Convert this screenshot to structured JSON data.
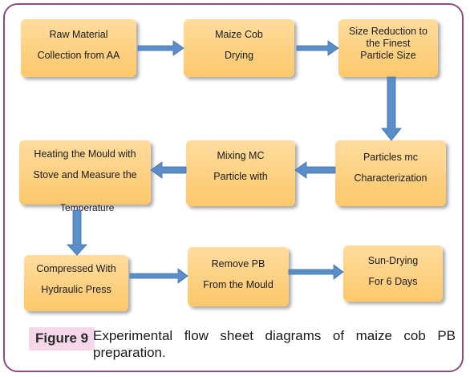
{
  "figure": {
    "label": "Figure 9",
    "caption": "Experimental flow sheet diagrams of maize cob PB preparation."
  },
  "steps": [
    {
      "lines": [
        "Raw Material",
        "Collection from AA"
      ]
    },
    {
      "lines": [
        "Maize Cob",
        "Drying"
      ]
    },
    {
      "lines": [
        "Size Reduction to",
        "the Finest",
        "Particle Size"
      ]
    },
    {
      "lines": [
        "Particles mc",
        "Characterization"
      ]
    },
    {
      "lines": [
        "Mixing MC",
        "Particle with"
      ]
    },
    {
      "lines": [
        "Heating the Mould with",
        "Stove and Measure the",
        "Temperature"
      ]
    },
    {
      "lines": [
        "Compressed With",
        "Hydraulic Press"
      ]
    },
    {
      "lines": [
        "Remove PB",
        "From the Mould"
      ]
    },
    {
      "lines": [
        "Sun-Drying",
        "For 6 Days"
      ]
    }
  ],
  "colors": {
    "box_fill": "#fcc86b",
    "arrow": "#5b8ec9",
    "frame": "#8e4a7e",
    "label_bg": "#f4d8ea"
  }
}
